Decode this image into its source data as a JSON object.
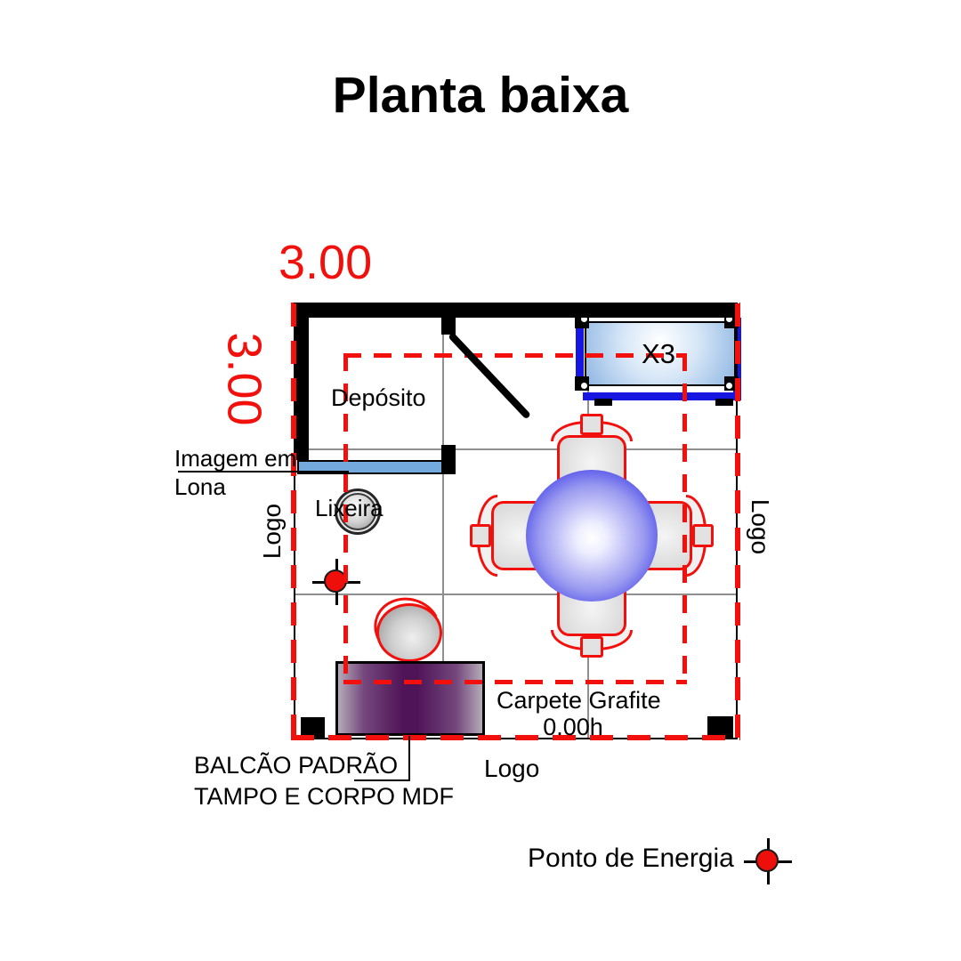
{
  "page": {
    "title": "Planta baixa"
  },
  "dimensions": {
    "width_label": "3.00",
    "height_label": "3.00"
  },
  "plan": {
    "room_label": "Depósito",
    "display_case_label": "X3",
    "canvas_image_label_line1": "Imagem em",
    "canvas_image_label_line2": "Lona",
    "trash_label": "Lixeira",
    "carpet_label_line1": "Carpete Grafite",
    "carpet_label_line2": "0.00h",
    "counter_note_line1": "BALCÃO PADRÃO",
    "counter_note_line2": "TAMPO E CORPO MDF",
    "logo_left": "Logo",
    "logo_right": "Logo",
    "logo_bottom": "Logo"
  },
  "legend": {
    "energy_point_label": "Ponto de Energia"
  },
  "colors": {
    "accent_red": "#f2100c",
    "frame_blue": "#1616e0",
    "panel_blue": "#8fb6e2",
    "canvas_bar_blue": "#74a9de",
    "counter_purple": "#4f1457",
    "table_blue": "#1212d8",
    "wall_black": "#000000",
    "grid_gray": "#8f8f8f"
  }
}
